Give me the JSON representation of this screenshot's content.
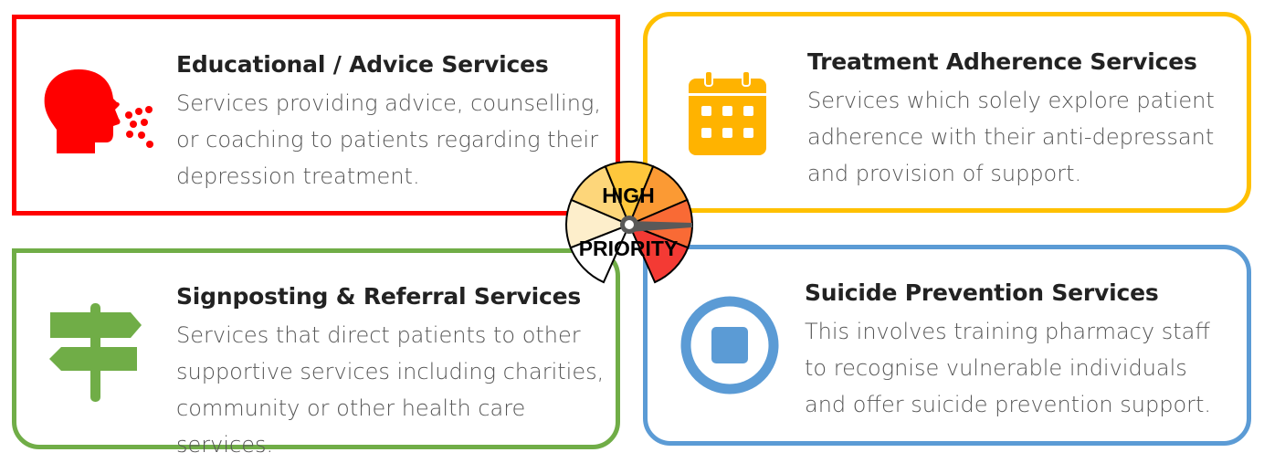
{
  "cards": [
    {
      "title": "Educational / Advice Services",
      "desc": "Services providing advice, counselling, or coaching to patients regarding their depression treatment.",
      "icon": "speaking-head-icon",
      "color": "#ff0000"
    },
    {
      "title": "Treatment Adherence Services",
      "desc": "Services which solely explore patient adherence with their anti-depressant and provision of support.",
      "icon": "calendar-icon",
      "color": "#ffc000"
    },
    {
      "title": "Signposting & Referral Services",
      "desc": "Services that direct patients to other supportive services including charities, community or other health care services.",
      "icon": "signpost-icon",
      "color": "#70ad47"
    },
    {
      "title": "Suicide Prevention Services",
      "desc": "This involves training pharmacy staff to recognise vulnerable individuals and offer suicide prevention support.",
      "icon": "stop-circle-icon",
      "color": "#5b9bd5"
    }
  ],
  "gauge": {
    "line1": "HIGH",
    "line2": "PRIORITY",
    "colors": [
      "#ffffff",
      "#fdeecb",
      "#fdd67a",
      "#fec73c",
      "#fb9a34",
      "#f96a35",
      "#f43a34"
    ]
  }
}
